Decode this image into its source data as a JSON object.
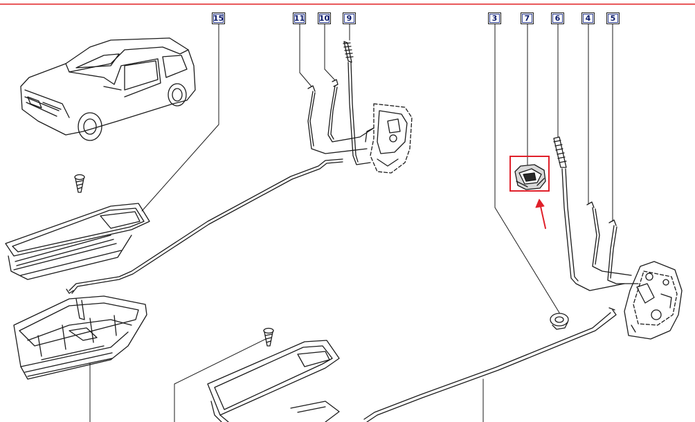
{
  "colors": {
    "line": "#1a1a1a",
    "callout_text": "#0a1a6a",
    "highlight": "#e0202a",
    "top_rule": "#e8585a"
  },
  "callouts": {
    "c15": "15",
    "c11": "11",
    "c10": "10",
    "c9": "9",
    "c3": "3",
    "c7": "7",
    "c6": "6",
    "c4": "4",
    "c5": "5"
  },
  "highlight": {
    "part": "7"
  },
  "icons": {
    "pointer": "red-arrow-icon"
  }
}
